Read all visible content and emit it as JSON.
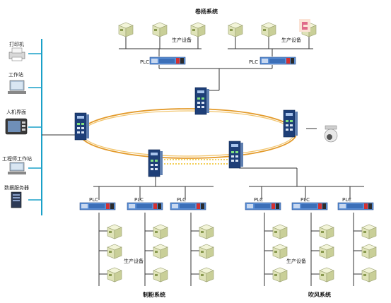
{
  "titles": {
    "top": "卷扬系统",
    "bottom_left": "制粉系统",
    "bottom_right": "吹风系统"
  },
  "devices": {
    "printer": "打印机",
    "workstation": "工作站",
    "hmi": "人机界面",
    "engineer_station": "工程师工作站",
    "data_server": "数据服务器"
  },
  "plc_label": "PLC",
  "production_equipment": "生产设备",
  "colors": {
    "ring": "#e39a2a",
    "link": "#f0c020",
    "network_bus": "#1aa0c8",
    "switch_body": "#1e3f78",
    "plc_body": "#5b8fd6"
  }
}
